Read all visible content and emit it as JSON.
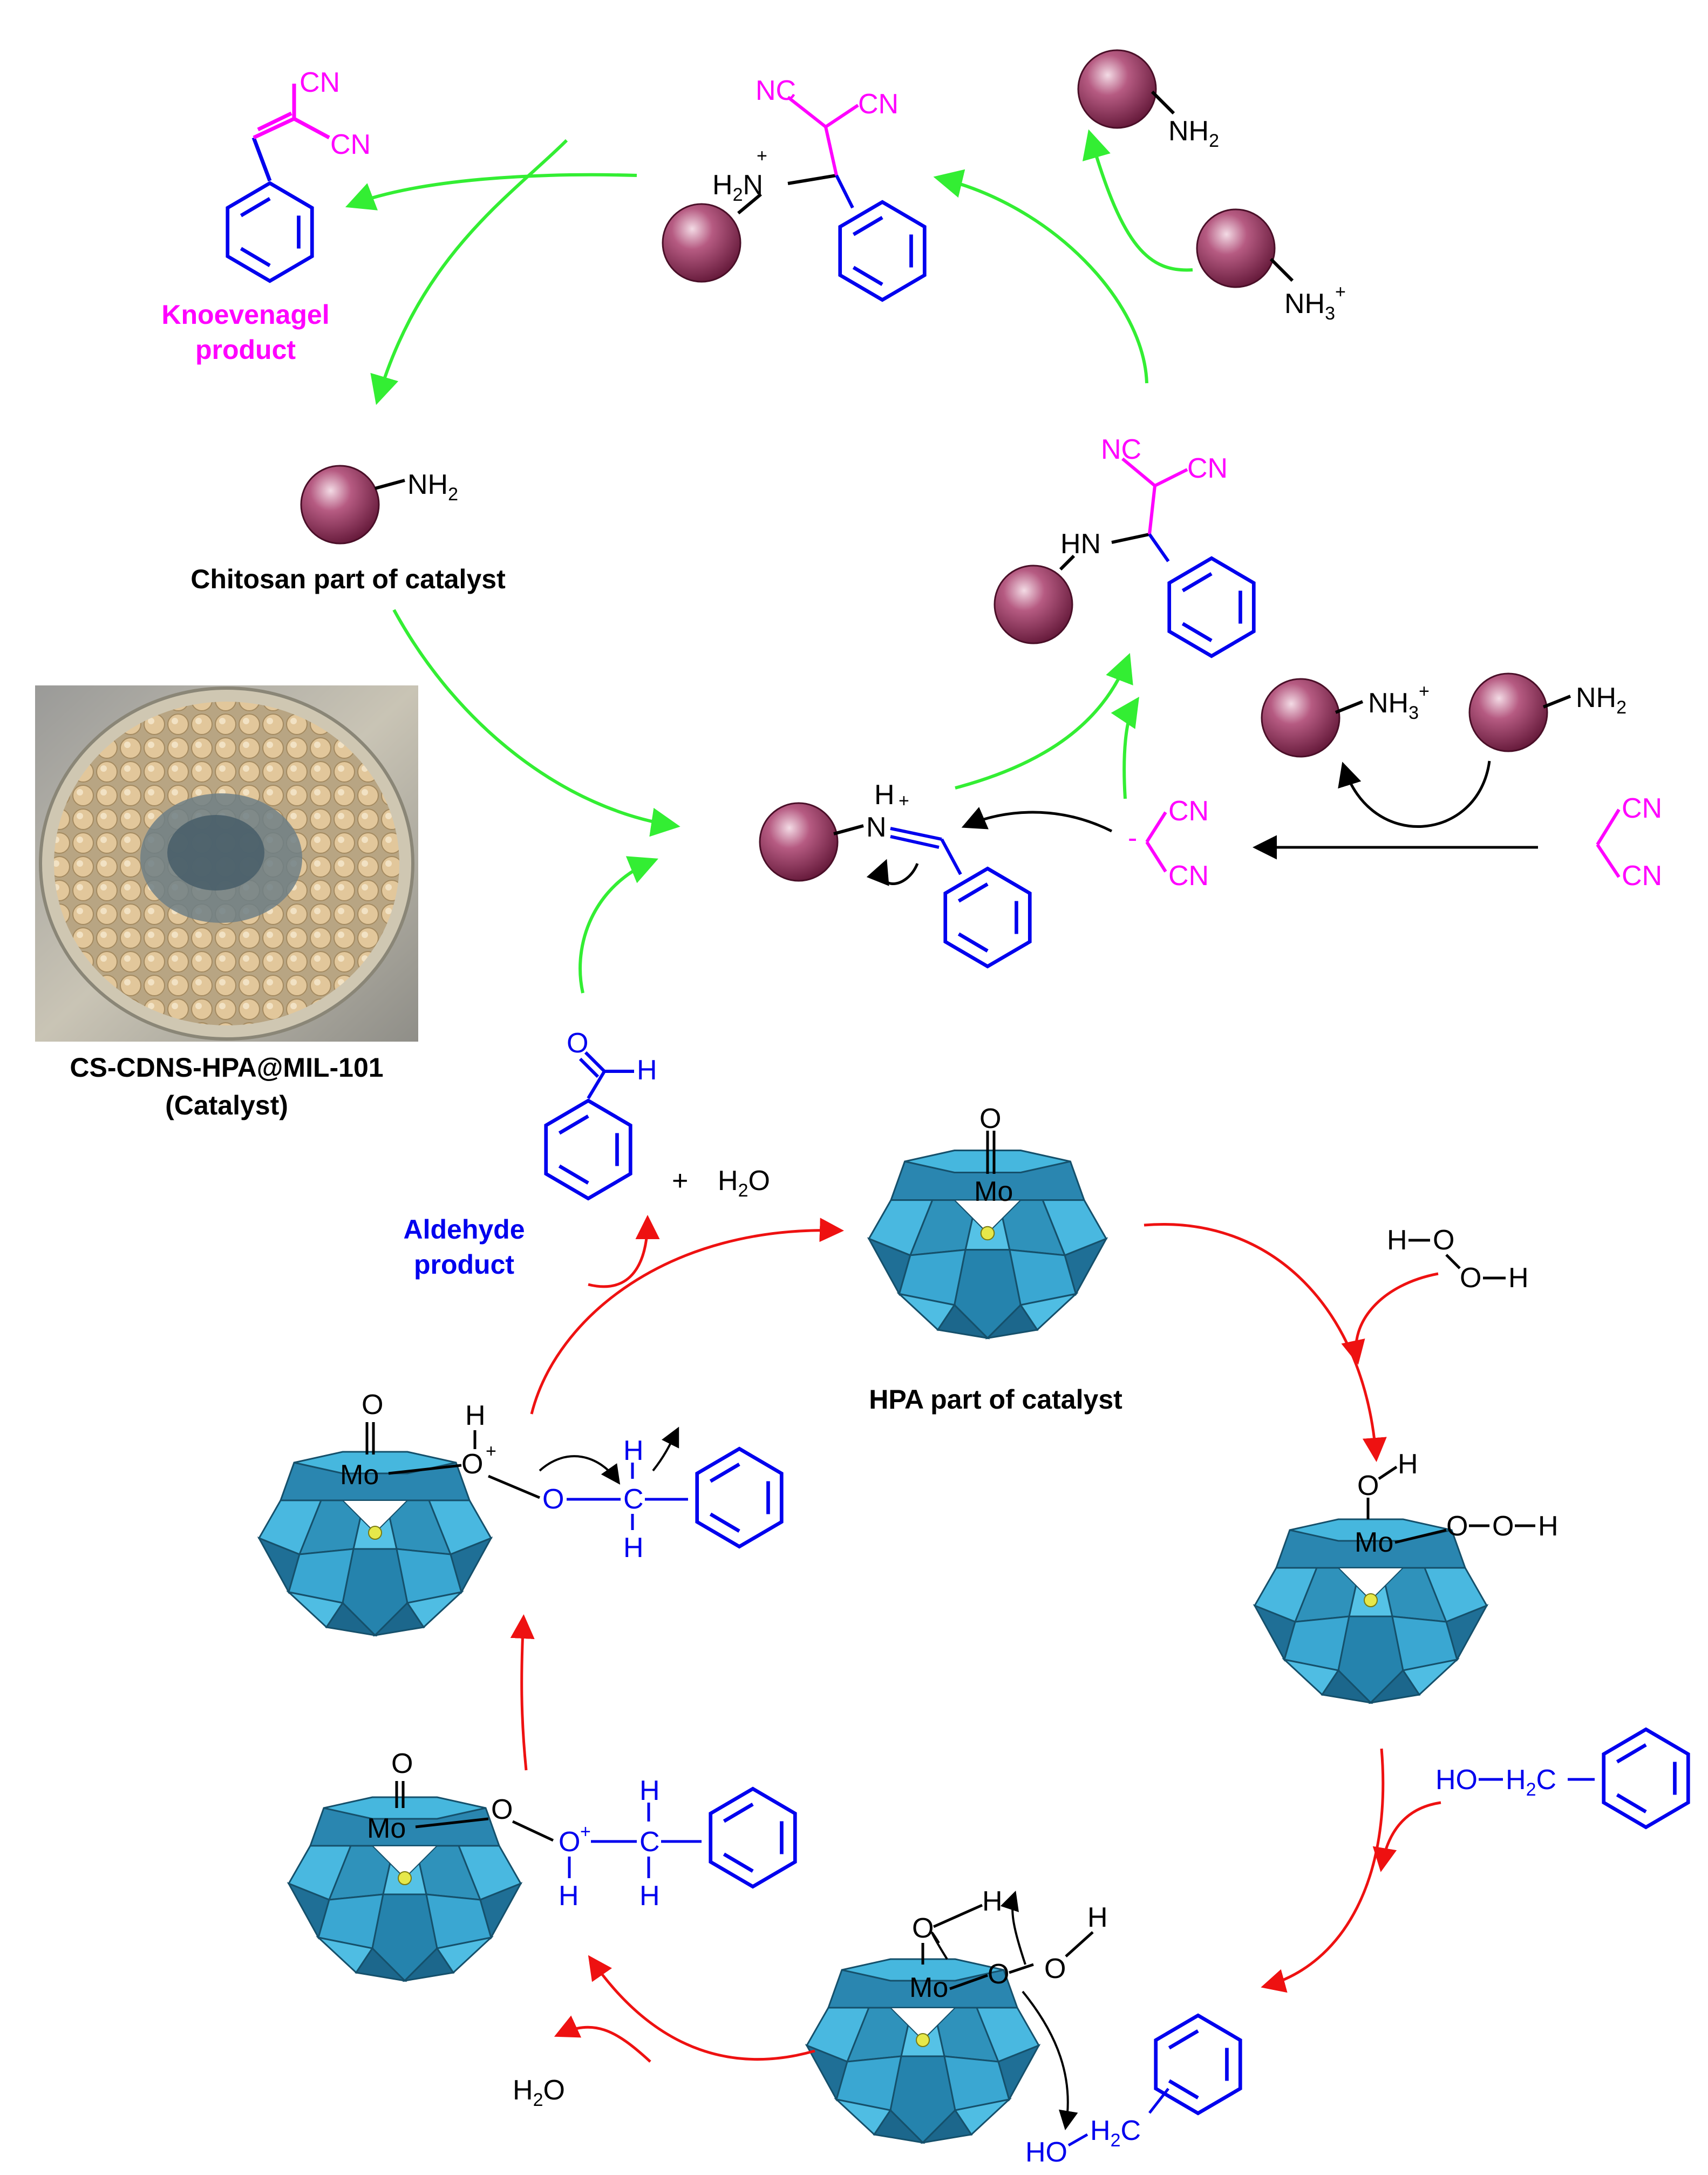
{
  "colors": {
    "green_arrow": "#33ee33",
    "red_arrow": "#ee1111",
    "black_arrow": "#000000",
    "bead_dark": "#7a1f45",
    "bead_light": "#e8c5d4",
    "poly_dark": "#1f7fa8",
    "poly_light": "#3fb4dc",
    "magenta": "#ff00ff",
    "blue": "#0000ee",
    "label_black": "#000000"
  },
  "labels": {
    "knoevenagel": [
      "Knoevenagel",
      "product"
    ],
    "chitosan": "Chitosan part of catalyst",
    "catalyst_name": "CS-CDNS-HPA@MIL-101",
    "catalyst_sub": "(Catalyst)",
    "aldehyde": [
      "Aldehyde",
      "product"
    ],
    "hpa": "HPA  part of catalyst"
  },
  "chem": {
    "cn": "CN",
    "nc": "NC",
    "nh2": "NH",
    "sub2": "2",
    "nh3": "NH",
    "sub3": "3",
    "plus": "+",
    "minus": "-",
    "h2n": "H",
    "n": "N",
    "hn": "HN",
    "h": "H",
    "o": "O",
    "mo": "Mo",
    "h2o": "H",
    "plus_sign": "+",
    "hooh": [
      "H",
      "O",
      "O",
      "H"
    ],
    "benzyl_alcohol_ho": "HO",
    "benzyl_alcohol_ch": "H",
    "benzyl_alcohol_c": "C"
  },
  "icons": [
    "chitosan-bead-icon",
    "polyoxometalate-cluster-icon",
    "benzene-ring-icon",
    "catalyst-photo-icon"
  ]
}
